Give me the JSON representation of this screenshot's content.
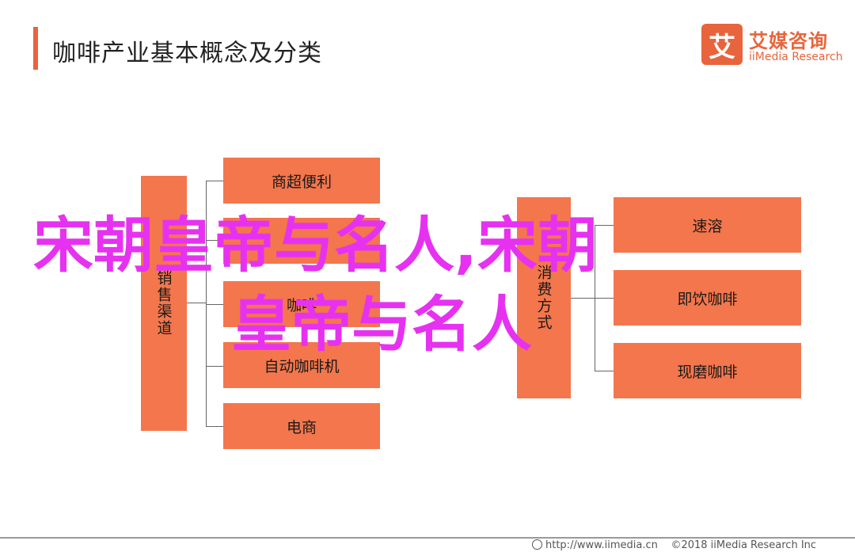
{
  "header": {
    "title": "咖啡产业基本概念及分类"
  },
  "logo": {
    "mark": "艾",
    "name_cn": "艾媒咨询",
    "name_en": "iiMedia Research"
  },
  "diagram": {
    "left_group": {
      "label": "销售渠道",
      "items": [
        "商超便利",
        "",
        "自动咖啡机",
        "电商"
      ]
    },
    "right_group": {
      "label": "消费方式",
      "items": [
        "",
        "即饮咖啡",
        "现磨咖啡"
      ]
    },
    "partial_visible": {
      "left_item2": "咖啡",
      "right_item1": "速溶"
    }
  },
  "overlay": {
    "line1": "宋朝皇帝与名人,宋朝",
    "line2": "皇帝与名人"
  },
  "footer": {
    "url": "http://www.iimedia.cn",
    "copyright": "©2018  iiMedia Research  Inc"
  },
  "colors": {
    "accent": "#e8643c",
    "box_fill": "#f4764c",
    "overlay": "#e632f0"
  }
}
